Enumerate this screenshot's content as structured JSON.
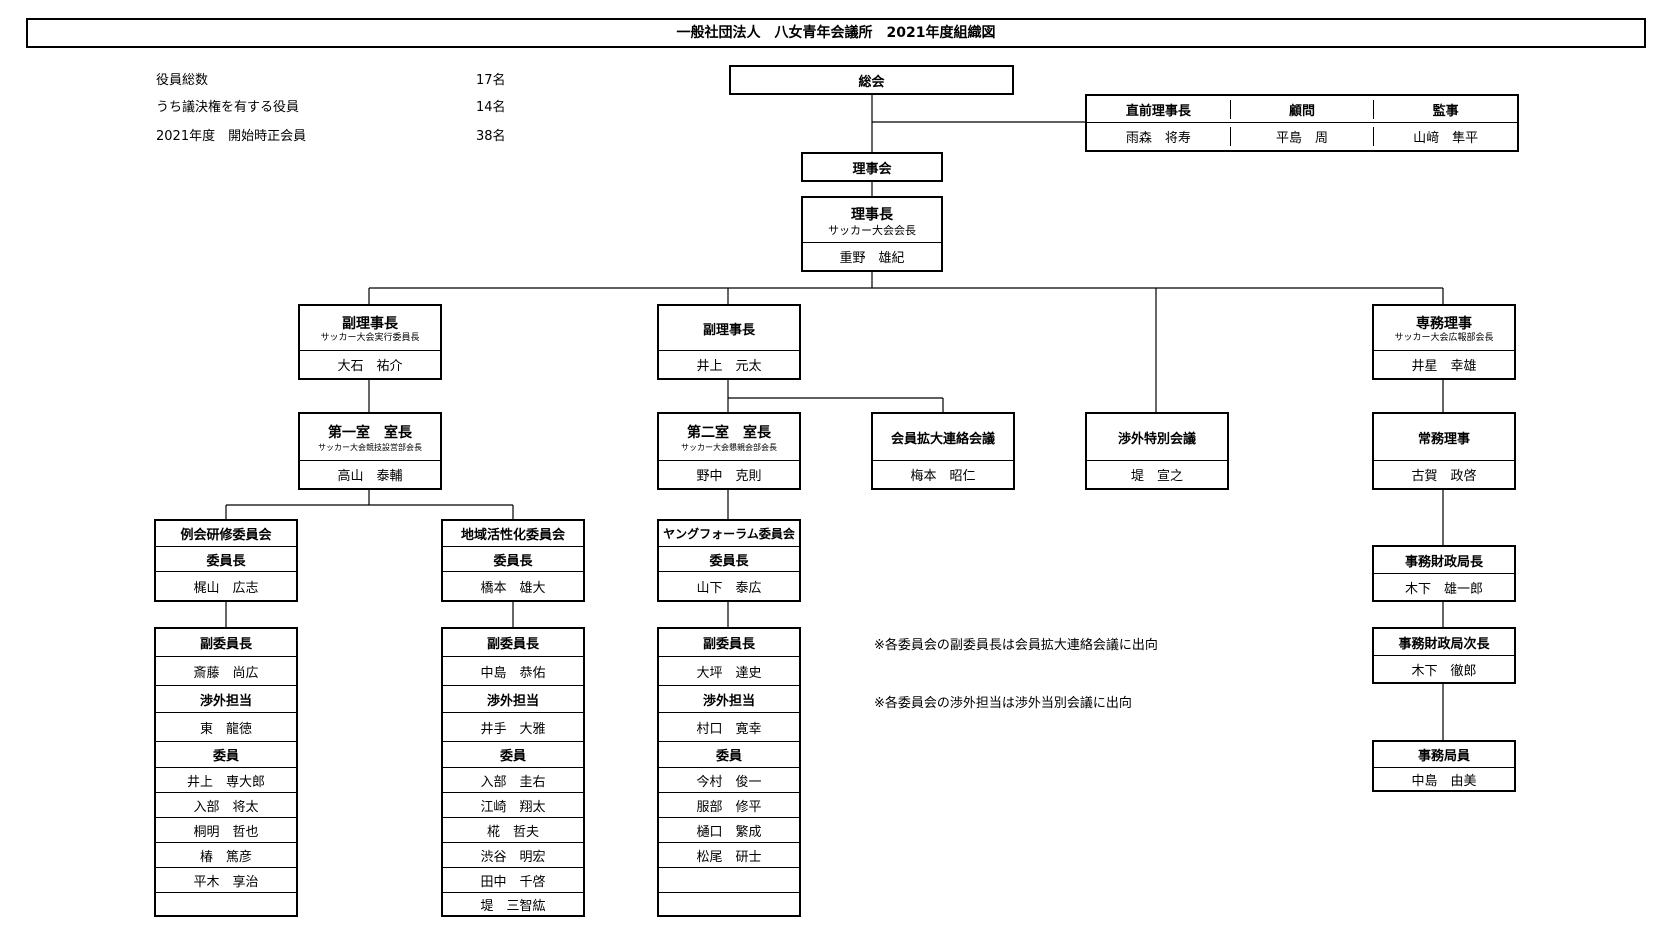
{
  "title": "一般社団法人　八女青年会議所　2021年度組織図",
  "stats": [
    {
      "label": "役員総数",
      "value": "17名"
    },
    {
      "label": "うち議決権を有する役員",
      "value": "14名"
    },
    {
      "label": "2021年度　開始時正会員",
      "value": "38名"
    }
  ],
  "soukai": "総会",
  "advisors": {
    "headers": [
      "直前理事長",
      "顧問",
      "監事"
    ],
    "names": [
      "雨森　将寿",
      "平島　周",
      "山﨑　隼平"
    ]
  },
  "rijikai": "理事会",
  "president": {
    "title": "理事長",
    "sub": "サッカー大会会長",
    "name": "重野　雄紀"
  },
  "vp1": {
    "title": "副理事長",
    "sub": "サッカー大会実行委員長",
    "name": "大石　祐介"
  },
  "vp2": {
    "title": "副理事長",
    "name": "井上　元太"
  },
  "senmu": {
    "title": "専務理事",
    "sub": "サッカー大会広報部会長",
    "name": "井星　幸雄"
  },
  "room1": {
    "title": "第一室　室長",
    "sub": "サッカー大会競技設営部会長",
    "name": "高山　泰輔"
  },
  "room2": {
    "title": "第二室　室長",
    "sub": "サッカー大会懇親会部会長",
    "name": "野中　克則"
  },
  "kakudai": {
    "title": "会員拡大連絡会議",
    "name": "梅本　昭仁"
  },
  "shogai": {
    "title": "渉外特別会議",
    "name": "堤　宣之"
  },
  "jomu": {
    "title": "常務理事",
    "name": "古賀　政啓"
  },
  "committees": [
    {
      "name": "例会研修委員会",
      "chair_label": "委員長",
      "chair": "梶山　広志",
      "vice_label": "副委員長",
      "vice": "斎藤　尚広",
      "liaison_label": "渉外担当",
      "liaison": "東　龍徳",
      "members_label": "委員",
      "members": [
        "井上　専大郎",
        "入部　将太",
        "桐明　哲也",
        "椿　篤彦",
        "平木　享治",
        ""
      ]
    },
    {
      "name": "地域活性化委員会",
      "chair_label": "委員長",
      "chair": "橋本　雄大",
      "vice_label": "副委員長",
      "vice": "中島　恭佑",
      "liaison_label": "渉外担当",
      "liaison": "井手　大雅",
      "members_label": "委員",
      "members": [
        "入部　圭右",
        "江崎　翔太",
        "椛　哲夫",
        "渋谷　明宏",
        "田中　千啓",
        "堤　三智紘"
      ]
    },
    {
      "name": "ヤングフォーラム委員会",
      "chair_label": "委員長",
      "chair": "山下　泰広",
      "vice_label": "副委員長",
      "vice": "大坪　達史",
      "liaison_label": "渉外担当",
      "liaison": "村口　寛幸",
      "members_label": "委員",
      "members": [
        "今村　俊一",
        "服部　修平",
        "樋口　繁成",
        "松尾　研士",
        "",
        ""
      ]
    }
  ],
  "notes": [
    "※各委員会の副委員長は会員拡大連絡会議に出向",
    "※各委員会の渉外担当は渉外当別会議に出向"
  ],
  "zaimu_chief": {
    "title": "事務財政局長",
    "name": "木下　雄一郎"
  },
  "zaimu_deputy": {
    "title": "事務財政局次長",
    "name": "木下　徹郎"
  },
  "staff": {
    "title": "事務局員",
    "name": "中島　由美"
  }
}
